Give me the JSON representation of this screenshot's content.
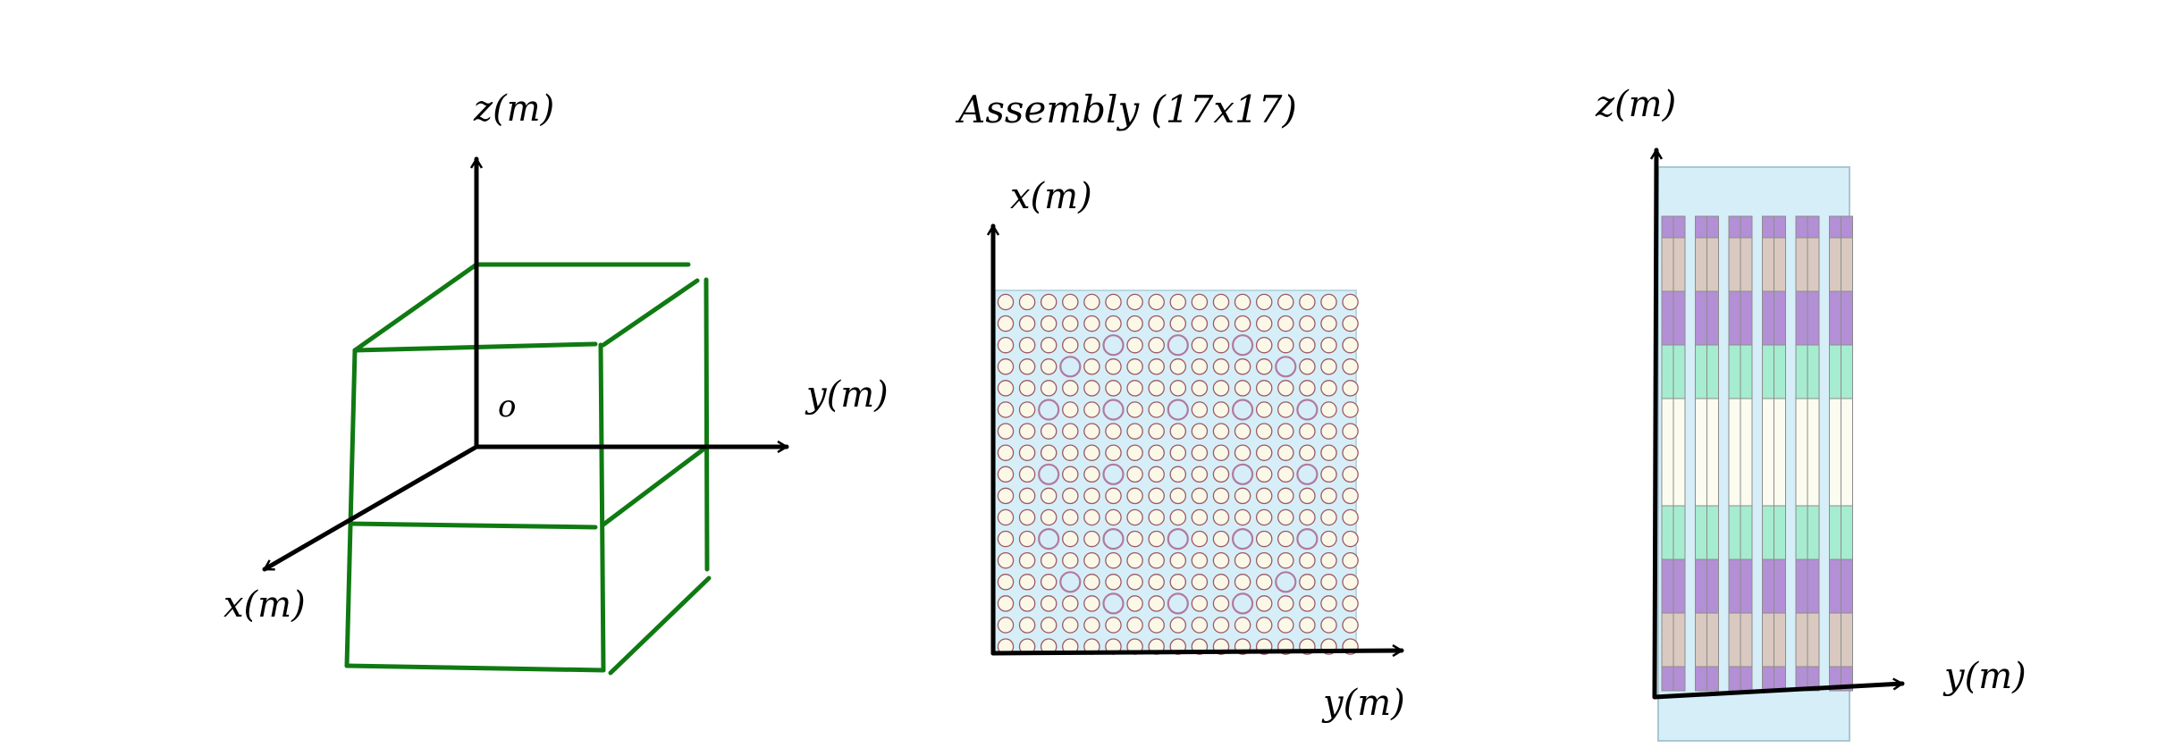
{
  "panel1": {
    "z_label": "z(m)",
    "y_label": "y(m)",
    "x_label": "x(m)",
    "origin_label": "o",
    "box_color": "#0f7a12"
  },
  "panel2": {
    "title": "Assembly (17x17)",
    "x_label": "x(m)",
    "y_label": "y(m)",
    "grid_size": 17,
    "background_color": "#d6eef8",
    "pin_fill": "#fbf8e8",
    "pin_stroke": "#9c5a64",
    "guide_tube_stroke": "#b07aa0",
    "guide_tube_fill": "#d6eef8",
    "guide_tubes": [
      [
        2,
        5
      ],
      [
        2,
        8
      ],
      [
        2,
        11
      ],
      [
        3,
        3
      ],
      [
        3,
        13
      ],
      [
        5,
        2
      ],
      [
        5,
        5
      ],
      [
        5,
        8
      ],
      [
        5,
        11
      ],
      [
        5,
        14
      ],
      [
        8,
        2
      ],
      [
        8,
        5
      ],
      [
        8,
        11
      ],
      [
        8,
        14
      ],
      [
        11,
        2
      ],
      [
        11,
        5
      ],
      [
        11,
        8
      ],
      [
        11,
        11
      ],
      [
        11,
        14
      ],
      [
        13,
        3
      ],
      [
        13,
        13
      ],
      [
        14,
        5
      ],
      [
        14,
        8
      ],
      [
        14,
        11
      ]
    ]
  },
  "panel3": {
    "z_label": "z(m)",
    "y_label": "y(m)",
    "background_color": "#d6eef8",
    "rod_count": 6,
    "bands": [
      {
        "color": "#b38fd6"
      },
      {
        "color": "#d9c9c0"
      },
      {
        "color": "#b38fd6"
      },
      {
        "color": "#a6ecd0"
      },
      {
        "color": "#fbfbef"
      },
      {
        "color": "#a6ecd0"
      },
      {
        "color": "#b38fd6"
      },
      {
        "color": "#d9c9c0"
      },
      {
        "color": "#b38fd6"
      }
    ]
  }
}
